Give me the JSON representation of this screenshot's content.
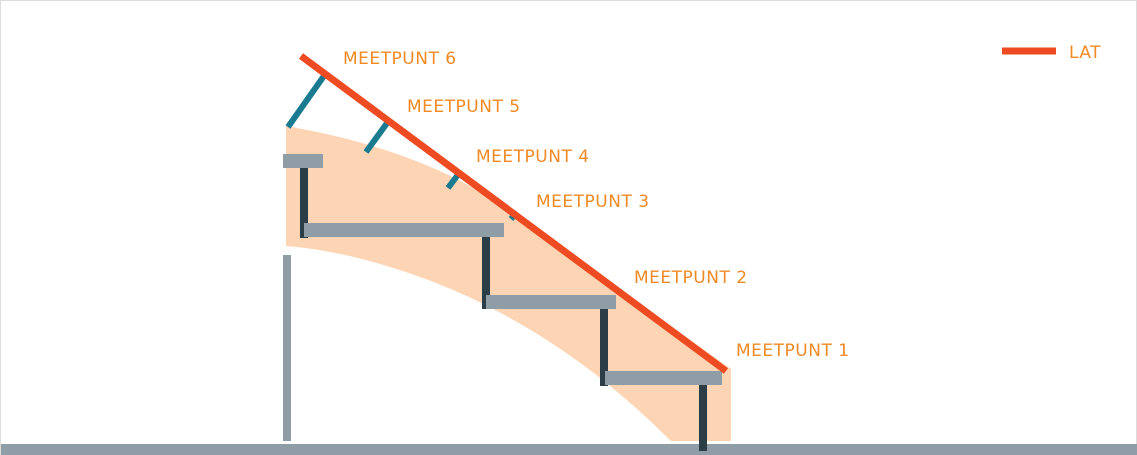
{
  "legend": {
    "label": "LAT",
    "color": "#ee4b22"
  },
  "colors": {
    "lat": "#ee4b22",
    "label": "#f08a24",
    "fill": "#fdd5b4",
    "step": "#8f9ea6",
    "riser": "#2b3d47",
    "measure": "#1a7a8f",
    "floor": "#8f9ea6"
  },
  "measurement_points": [
    {
      "label": "MEETPUNT 1"
    },
    {
      "label": "MEETPUNT 2"
    },
    {
      "label": "MEETPUNT 3"
    },
    {
      "label": "MEETPUNT 4"
    },
    {
      "label": "MEETPUNT 5"
    },
    {
      "label": "MEETPUNT 6"
    }
  ]
}
